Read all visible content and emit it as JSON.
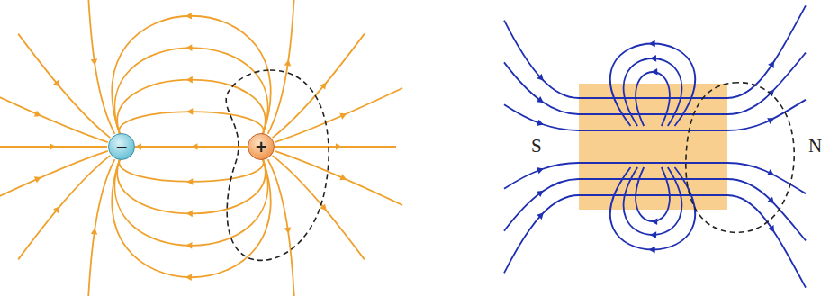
{
  "diagram": {
    "nodes": [
      {
        "text": [
          "−"
        ]
      },
      {
        "text": [
          "+"
        ]
      }
    ],
    "edges": [
      {
        "from": 1,
        "to": 0,
        "arrow": "to"
      }
    ],
    "labels": [
      "S",
      "N"
    ]
  }
}
